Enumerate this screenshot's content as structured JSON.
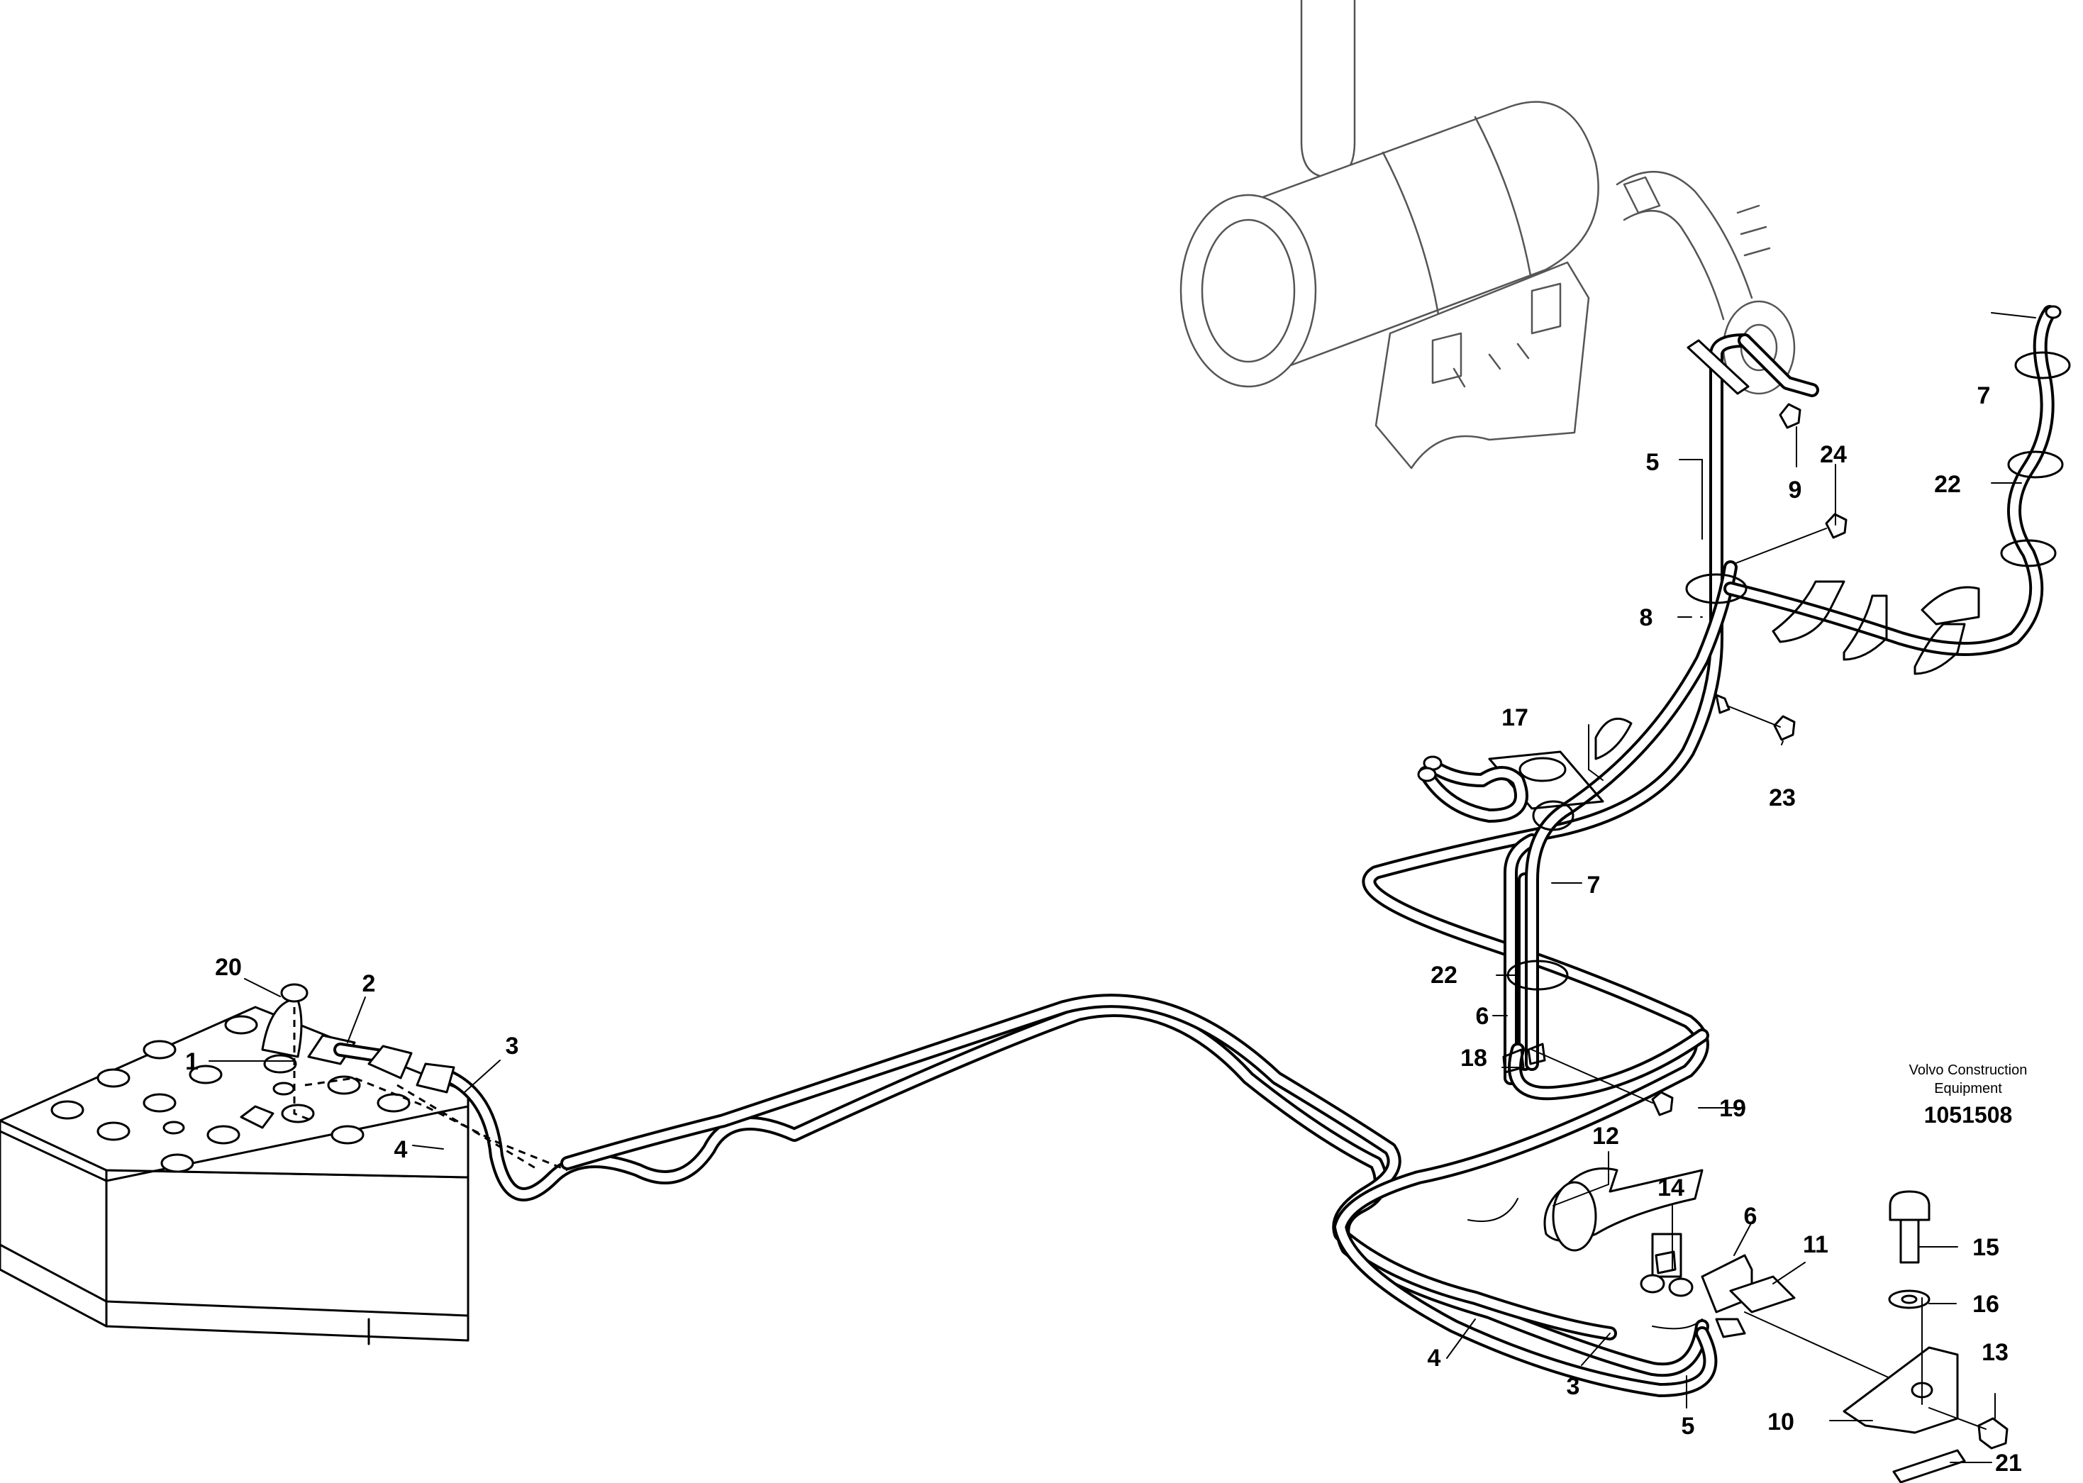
{
  "callouts": [
    {
      "id": "c1",
      "text": "1"
    },
    {
      "id": "c2",
      "text": "2"
    },
    {
      "id": "c3a",
      "text": "3"
    },
    {
      "id": "c3b",
      "text": "3"
    },
    {
      "id": "c4a",
      "text": "4"
    },
    {
      "id": "c4b",
      "text": "4"
    },
    {
      "id": "c5a",
      "text": "5"
    },
    {
      "id": "c5b",
      "text": "5"
    },
    {
      "id": "c6a",
      "text": "6"
    },
    {
      "id": "c6b",
      "text": "6"
    },
    {
      "id": "c7a",
      "text": "7"
    },
    {
      "id": "c7b",
      "text": "7"
    },
    {
      "id": "c8",
      "text": "8"
    },
    {
      "id": "c9",
      "text": "9"
    },
    {
      "id": "c10",
      "text": "10"
    },
    {
      "id": "c11",
      "text": "11"
    },
    {
      "id": "c12",
      "text": "12"
    },
    {
      "id": "c13",
      "text": "13"
    },
    {
      "id": "c14",
      "text": "14"
    },
    {
      "id": "c15",
      "text": "15"
    },
    {
      "id": "c16",
      "text": "16"
    },
    {
      "id": "c17",
      "text": "17"
    },
    {
      "id": "c18",
      "text": "18"
    },
    {
      "id": "c19",
      "text": "19"
    },
    {
      "id": "c20",
      "text": "20"
    },
    {
      "id": "c21",
      "text": "21"
    },
    {
      "id": "c22a",
      "text": "22"
    },
    {
      "id": "c22b",
      "text": "22"
    },
    {
      "id": "c23",
      "text": "23"
    },
    {
      "id": "c24",
      "text": "24"
    }
  ],
  "caption": {
    "line1": "Volvo Construction",
    "line2": "Equipment",
    "code": "1051508"
  }
}
